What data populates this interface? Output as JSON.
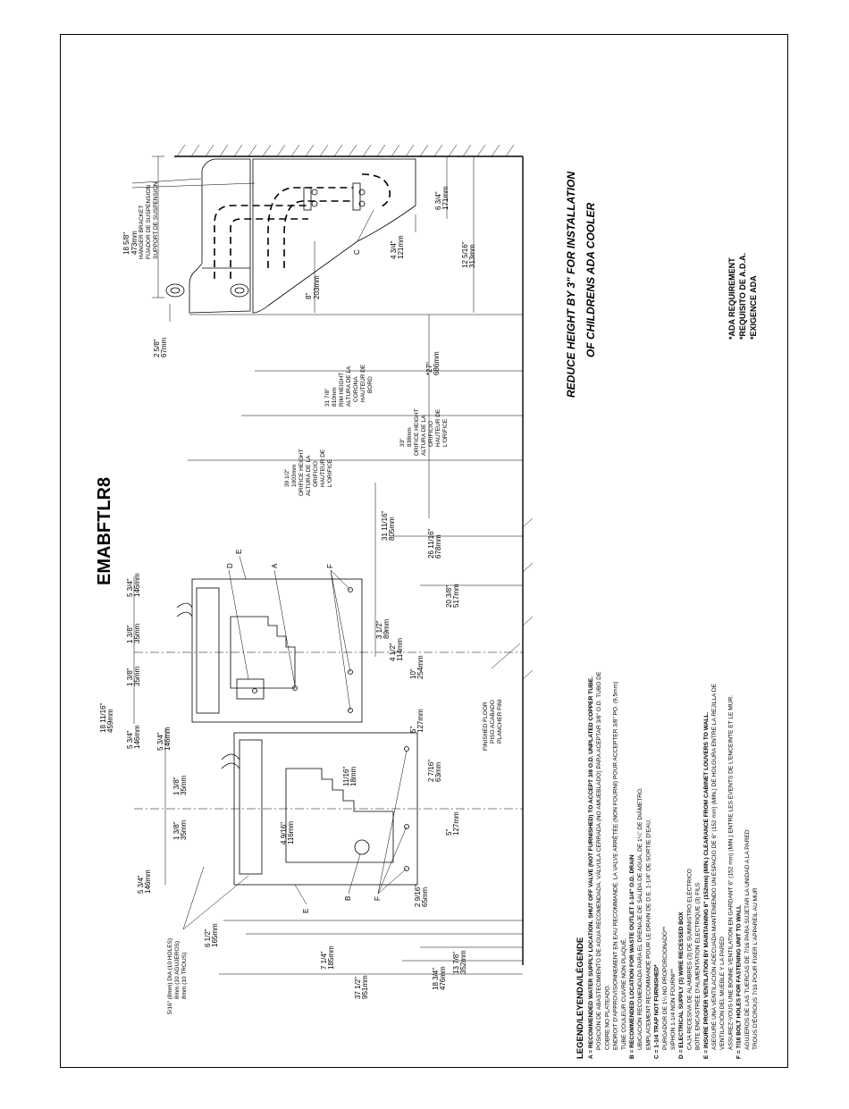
{
  "model": "EMABFTLR8",
  "notes": {
    "reduce_height": "REDUCE HEIGHT BY 3\" FOR INSTALLATION",
    "childrens": "OF CHILDRENS ADA COOLER",
    "ada": [
      "*ADA REQUIREMENT",
      "*REQUISITO DE A.D.A.",
      "*EXIGENCE ADA"
    ]
  },
  "side_view": {
    "hanger": [
      "HANGER BRACKET",
      "FIJADOR DE SUSPENSION",
      "SUPPORT DE SUSPENSION"
    ],
    "dim_18_5_8": [
      "18 5/8\"",
      "473mm"
    ],
    "dim_2_5_8": [
      "2 5/8\"",
      "67mm"
    ],
    "dim_8": [
      "8\"",
      "203mm"
    ],
    "dim_4_3_4": [
      "4 3/4\"",
      "121mm"
    ],
    "dim_6_3_4": [
      "6 3/4\"",
      "171mm"
    ],
    "dim_12_5_16": [
      "12 5/16\"",
      "313mm"
    ],
    "dim_27": [
      "*27\"",
      "686mm"
    ],
    "rim": [
      "31 7/8\"",
      "810mm",
      "RIM HEIGHT",
      "ALTURA DE LA",
      "CORONA",
      "HAUTEUR DE",
      "BORD"
    ],
    "orifice33": [
      "33\"",
      "838mm",
      "ORIFICE HEIGHT",
      "ALTURA DE LA",
      "ORIFICIO",
      "HAUTEUR DE",
      "L'ORIFICE"
    ],
    "orifice39": [
      "39 1/2\"",
      "1003mm",
      "ORIFICE HEIGHT",
      "ALTURA DE LA",
      "ORIFICIO",
      "HAUTEUR DE",
      "L'ORIFICE"
    ],
    "label_c": "C"
  },
  "front_view": {
    "d_31": [
      "31 11/16\"",
      "805mm"
    ],
    "d_26": [
      "26 11/16\"",
      "678mm"
    ],
    "d_20": [
      "20 3/8\"",
      "517mm"
    ],
    "d_18": [
      "18 11/16\"",
      "459mm"
    ],
    "d_5_3_4_a": [
      "5 3/4\"",
      "146mm"
    ],
    "d_1_3_8_a": [
      "1 3/8\"",
      "35mm"
    ],
    "d_1_3_8_b": [
      "1 3/8\"",
      "35mm"
    ],
    "d_5_3_4_b": [
      "5 3/4\"",
      "146mm"
    ],
    "d_5_3_4_c": [
      "5 3/4\"",
      "146mm"
    ],
    "d_1_3_8_c": [
      "1 3/8\"",
      "35mm"
    ],
    "d_1_3_8_d": [
      "1 3/8\"",
      "35mm"
    ],
    "d_5_3_4_d": [
      "5 3/4\"",
      "146mm"
    ],
    "d_3_1_2": [
      "3 1/2\"",
      "89mm"
    ],
    "d_4_1_2": [
      "4 1/2\"",
      "114mm"
    ],
    "d_10": [
      "10\"",
      "254mm"
    ],
    "d_5_a": [
      "5\"",
      "127mm"
    ],
    "d_11_16": [
      "11/16\"",
      "18mm"
    ],
    "d_2_7_16": [
      "2 7/16\"",
      "63mm"
    ],
    "d_4_9_16": [
      "4 9/16\"",
      "116mm"
    ],
    "d_5_b": [
      "5\"",
      "127mm"
    ],
    "d_2_9_16": [
      "2 9/16\"",
      "65mm"
    ],
    "d_6_1_2": [
      "6 1/2\"",
      "165mm"
    ],
    "d_7_1_4": [
      "7 1/4\"",
      "185mm"
    ],
    "d_13_7_8": [
      "13 7/8\"",
      "352mm"
    ],
    "d_18_3_4": [
      "18 3/4\"",
      "476mm"
    ],
    "d_37_1_2": [
      "37 1/2\"",
      "951mm"
    ],
    "holes": [
      "5/16\" (8mm) DIA (10 HOLES)",
      "8mm (10 AGUJEROS)",
      "8mm (10 TROUS)"
    ],
    "floor": [
      "FINISHED FLOOR",
      "PISO ACABADO",
      "PLANCHER FINI"
    ],
    "labels": {
      "a": "A",
      "b": "B",
      "d": "D",
      "e1": "E",
      "e2": "E",
      "f1": "F",
      "f2": "F"
    }
  },
  "legend": {
    "title": "LEGEND/LEYENDA/LÉGENDE",
    "lines": [
      "A = RECOMMENDED WATER SUPPLY LOCATION. SHUT OFF VALVE (NOT FURNISHED) TO ACCEPT 3/8 O.D. UNPLATED COPPER TUBE.",
      "POSICIÓN DE ABASTECIMIENTO DE AGUA RECOMENDADA. VÁLVULA CERRADA (NO AMUEBLADO) PARA ACEPTAR 3/8\" O.D. TUBO DE",
      "COBRE NO PLATEADO.",
      "ENDROIT D'APPROVISIONNEMENT EN EAU RECOMMANDÉ. LA VALVE ARRÊTÉE (NON FOURNI) POUR ACCEPTER 3/8\" PO. (9,5mm)",
      "TUBE COULEUR CUIVRE NON PLAQUÉ.",
      "B = RECOMMENDED LOCATION FOR WASTE OUTLET 1-1/4\" O.D. DRAIN",
      "UBICACIÓN RECOMENDADA PARA EL DRENAJE DE SALIDA DE AGUA, DE 1¼\" DE DIÁMETRO.",
      "EMPLACEMENT RECOMMANDÉ POUR LE DRAIN DE D.E. 1-1/4\" DE SORTIE D'EAU.",
      "C = 1-1/4 TRAP NOT FURNISHED*",
      "PURGADOR DE 1¼ NO PROPORCIONADO**",
      "SIPHON 1-1/4 NON FOURNI**",
      "D = ELECTRICAL SUPPLY (3) WIRE RECESSED BOX",
      "CAJA RECESIVA DE ALAMBRES (3) DE SUMINISTRO ELÉCTRICO",
      "BOÎTE ENCASTRÉE D'ALIMENTATION ÉLECTRIQUE (3) FILS",
      "E = INSURE PROPER VENTILATION BY MAINTAINING 6\" (152mm) (MIN.) CLEARANCE FROM CABINET LOUVERS TO WALL.",
      "ASEGURE UNA VENTILACIÓN ADECUADA MANTENIENDO UN ESPACIO DE 6\" (152 mm) (MIN.) DE HOLGURA ENTRE LA REJILLA DE",
      "VENTILACIÓN DEL MUEBLE Y LA PARED",
      "ASSUREZ-VOUS UNE BONNE VENTILATION EN GARDANT 6\" (152 mm) (MIN.) ENTRE LES ÉVENTS DE L'ENCEINTE ET LE MUR.",
      "F = 7/16 BOLT HOLES FOR FASTENING UNIT TO WALL",
      "AGUJEROS DE LAS TUERCAS DE 7/16 PARA SUJETAR LA UNIDAD A LA PARED",
      "TROUS D'ÉCROUS 7/16 POUR FIXER L'APPAREIL AU MUR"
    ]
  }
}
